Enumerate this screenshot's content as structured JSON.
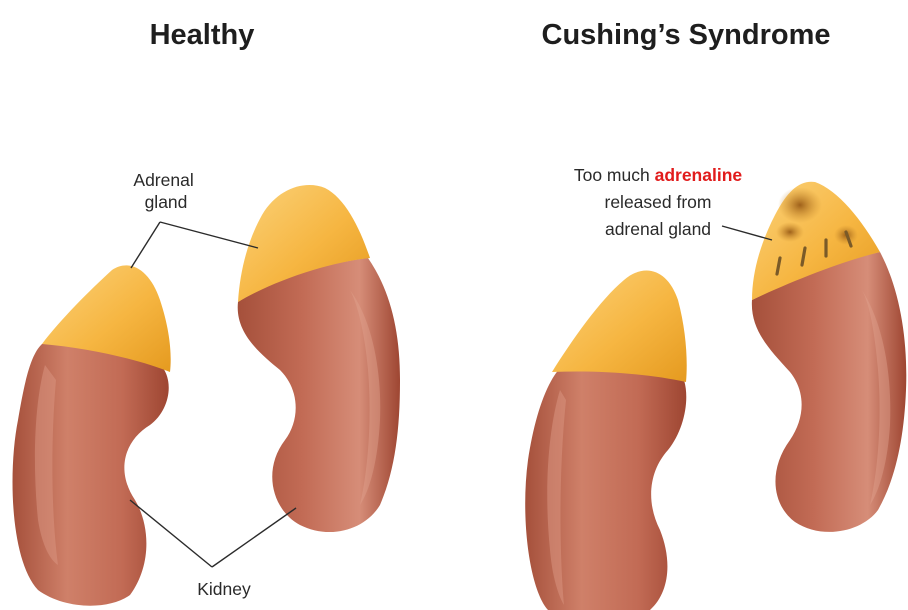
{
  "panels": {
    "healthy": {
      "title": "Healthy",
      "adrenal_label_line1": "Adrenal",
      "adrenal_label_line2": "gland",
      "kidney_label": "Kidney"
    },
    "cushings": {
      "title": "Cushing’s Syndrome",
      "note_line1_prefix": "Too much ",
      "note_line1_highlight": "adrenaline",
      "note_line2": "released from",
      "note_line3": "adrenal gland"
    }
  },
  "colors": {
    "kidney": "#c26b55",
    "kidney_dark": "#9e4632",
    "kidney_highlight": "#d99480",
    "adrenal": "#f6b642",
    "adrenal_dark": "#e59a1f",
    "adrenal_light": "#fbd27a",
    "adrenal_overactive_spot": "#a5661d",
    "highlight_text": "#e11b1b"
  }
}
